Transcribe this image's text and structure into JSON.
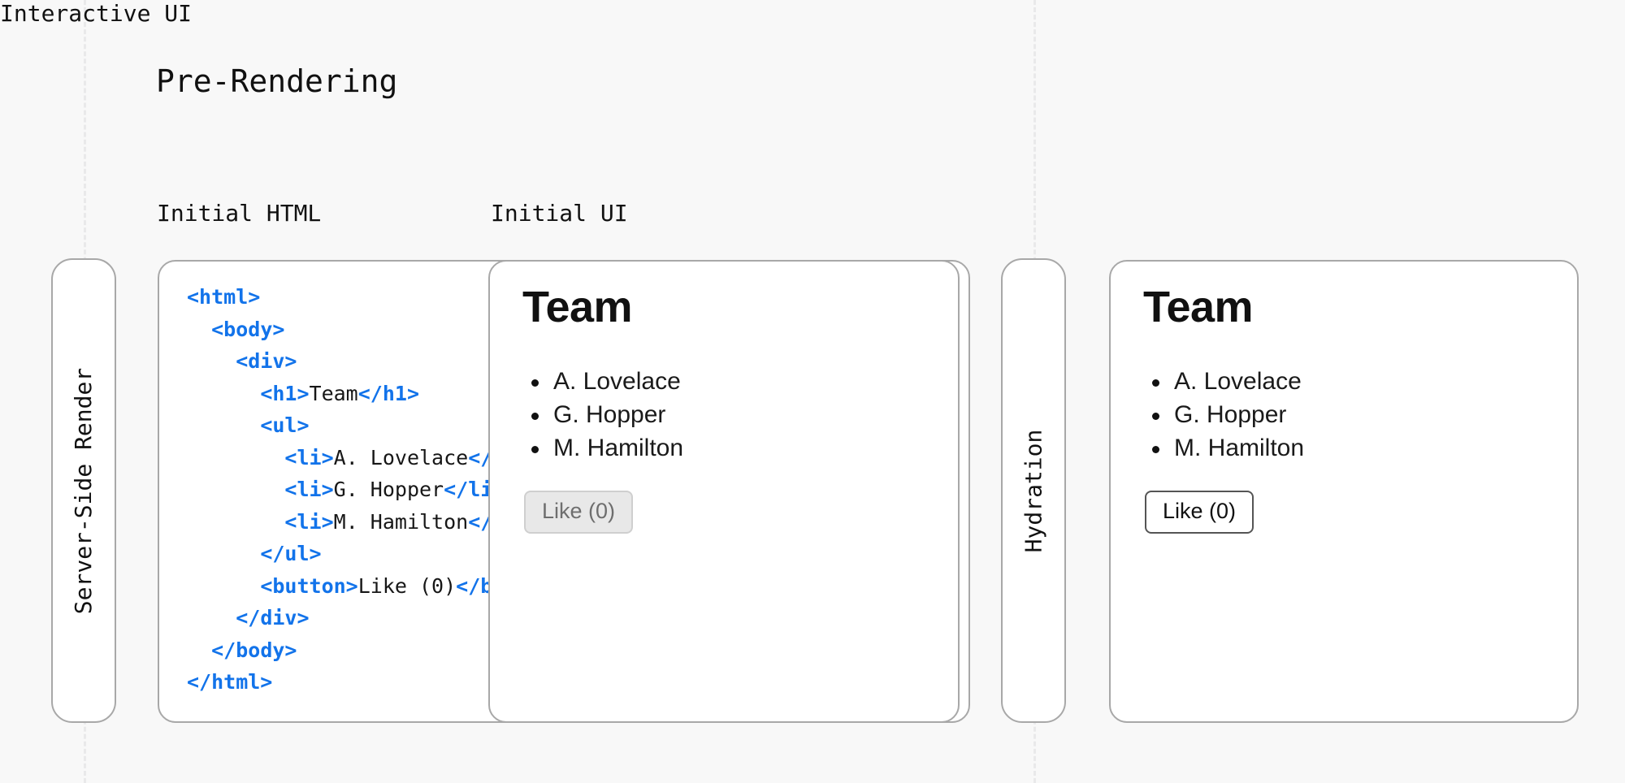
{
  "page": {
    "title": "Pre-Rendering",
    "background_color": "#f8f8f8"
  },
  "colors": {
    "tag_blue": "#1273ea",
    "text_black": "#111111",
    "card_border": "#a8a8a8",
    "guide_dashed": "#e9e9ea",
    "disabled_button_bg": "#e8e8e8",
    "disabled_button_text": "#6e6e6e"
  },
  "lanes": [
    {
      "id": "server-side-render",
      "label": "Server-Side Render"
    },
    {
      "id": "hydration",
      "label": "Hydration"
    }
  ],
  "columns": {
    "initial_html": "Initial HTML",
    "initial_ui": "Initial UI",
    "interactive_ui": "Interactive UI"
  },
  "code": {
    "language": "html",
    "lines": [
      {
        "indent": 0,
        "tokens": [
          {
            "t": "tag",
            "v": "<html>"
          }
        ]
      },
      {
        "indent": 1,
        "tokens": [
          {
            "t": "tag",
            "v": "<body>"
          }
        ]
      },
      {
        "indent": 2,
        "tokens": [
          {
            "t": "tag",
            "v": "<div>"
          }
        ]
      },
      {
        "indent": 3,
        "tokens": [
          {
            "t": "tag",
            "v": "<h1>"
          },
          {
            "t": "txt",
            "v": "Team"
          },
          {
            "t": "tag",
            "v": "</h1>"
          }
        ]
      },
      {
        "indent": 3,
        "tokens": [
          {
            "t": "tag",
            "v": "<ul>"
          }
        ]
      },
      {
        "indent": 4,
        "tokens": [
          {
            "t": "tag",
            "v": "<li>"
          },
          {
            "t": "txt",
            "v": "A. Lovelace"
          },
          {
            "t": "tag",
            "v": "</li>"
          }
        ]
      },
      {
        "indent": 4,
        "tokens": [
          {
            "t": "tag",
            "v": "<li>"
          },
          {
            "t": "txt",
            "v": "G. Hopper"
          },
          {
            "t": "tag",
            "v": "</li>"
          }
        ]
      },
      {
        "indent": 4,
        "tokens": [
          {
            "t": "tag",
            "v": "<li>"
          },
          {
            "t": "txt",
            "v": "M. Hamilton"
          },
          {
            "t": "tag",
            "v": "</li>"
          }
        ]
      },
      {
        "indent": 3,
        "tokens": [
          {
            "t": "tag",
            "v": "</ul>"
          }
        ]
      },
      {
        "indent": 3,
        "tokens": [
          {
            "t": "tag",
            "v": "<button>"
          },
          {
            "t": "txt",
            "v": "Like (0)"
          },
          {
            "t": "tag",
            "v": "</button>"
          }
        ]
      },
      {
        "indent": 2,
        "tokens": [
          {
            "t": "tag",
            "v": "</div>"
          }
        ]
      },
      {
        "indent": 1,
        "tokens": [
          {
            "t": "tag",
            "v": "</body>"
          }
        ]
      },
      {
        "indent": 0,
        "tokens": [
          {
            "t": "tag",
            "v": "</html>"
          }
        ]
      }
    ]
  },
  "initial_ui": {
    "heading": "Team",
    "list": [
      "A. Lovelace",
      "G. Hopper",
      "M. Hamilton"
    ],
    "button": {
      "label": "Like (0)",
      "state": "disabled",
      "like_count": 0
    }
  },
  "interactive_ui": {
    "heading": "Team",
    "list": [
      "A. Lovelace",
      "G. Hopper",
      "M. Hamilton"
    ],
    "button": {
      "label": "Like (0)",
      "state": "enabled",
      "like_count": 0
    }
  }
}
